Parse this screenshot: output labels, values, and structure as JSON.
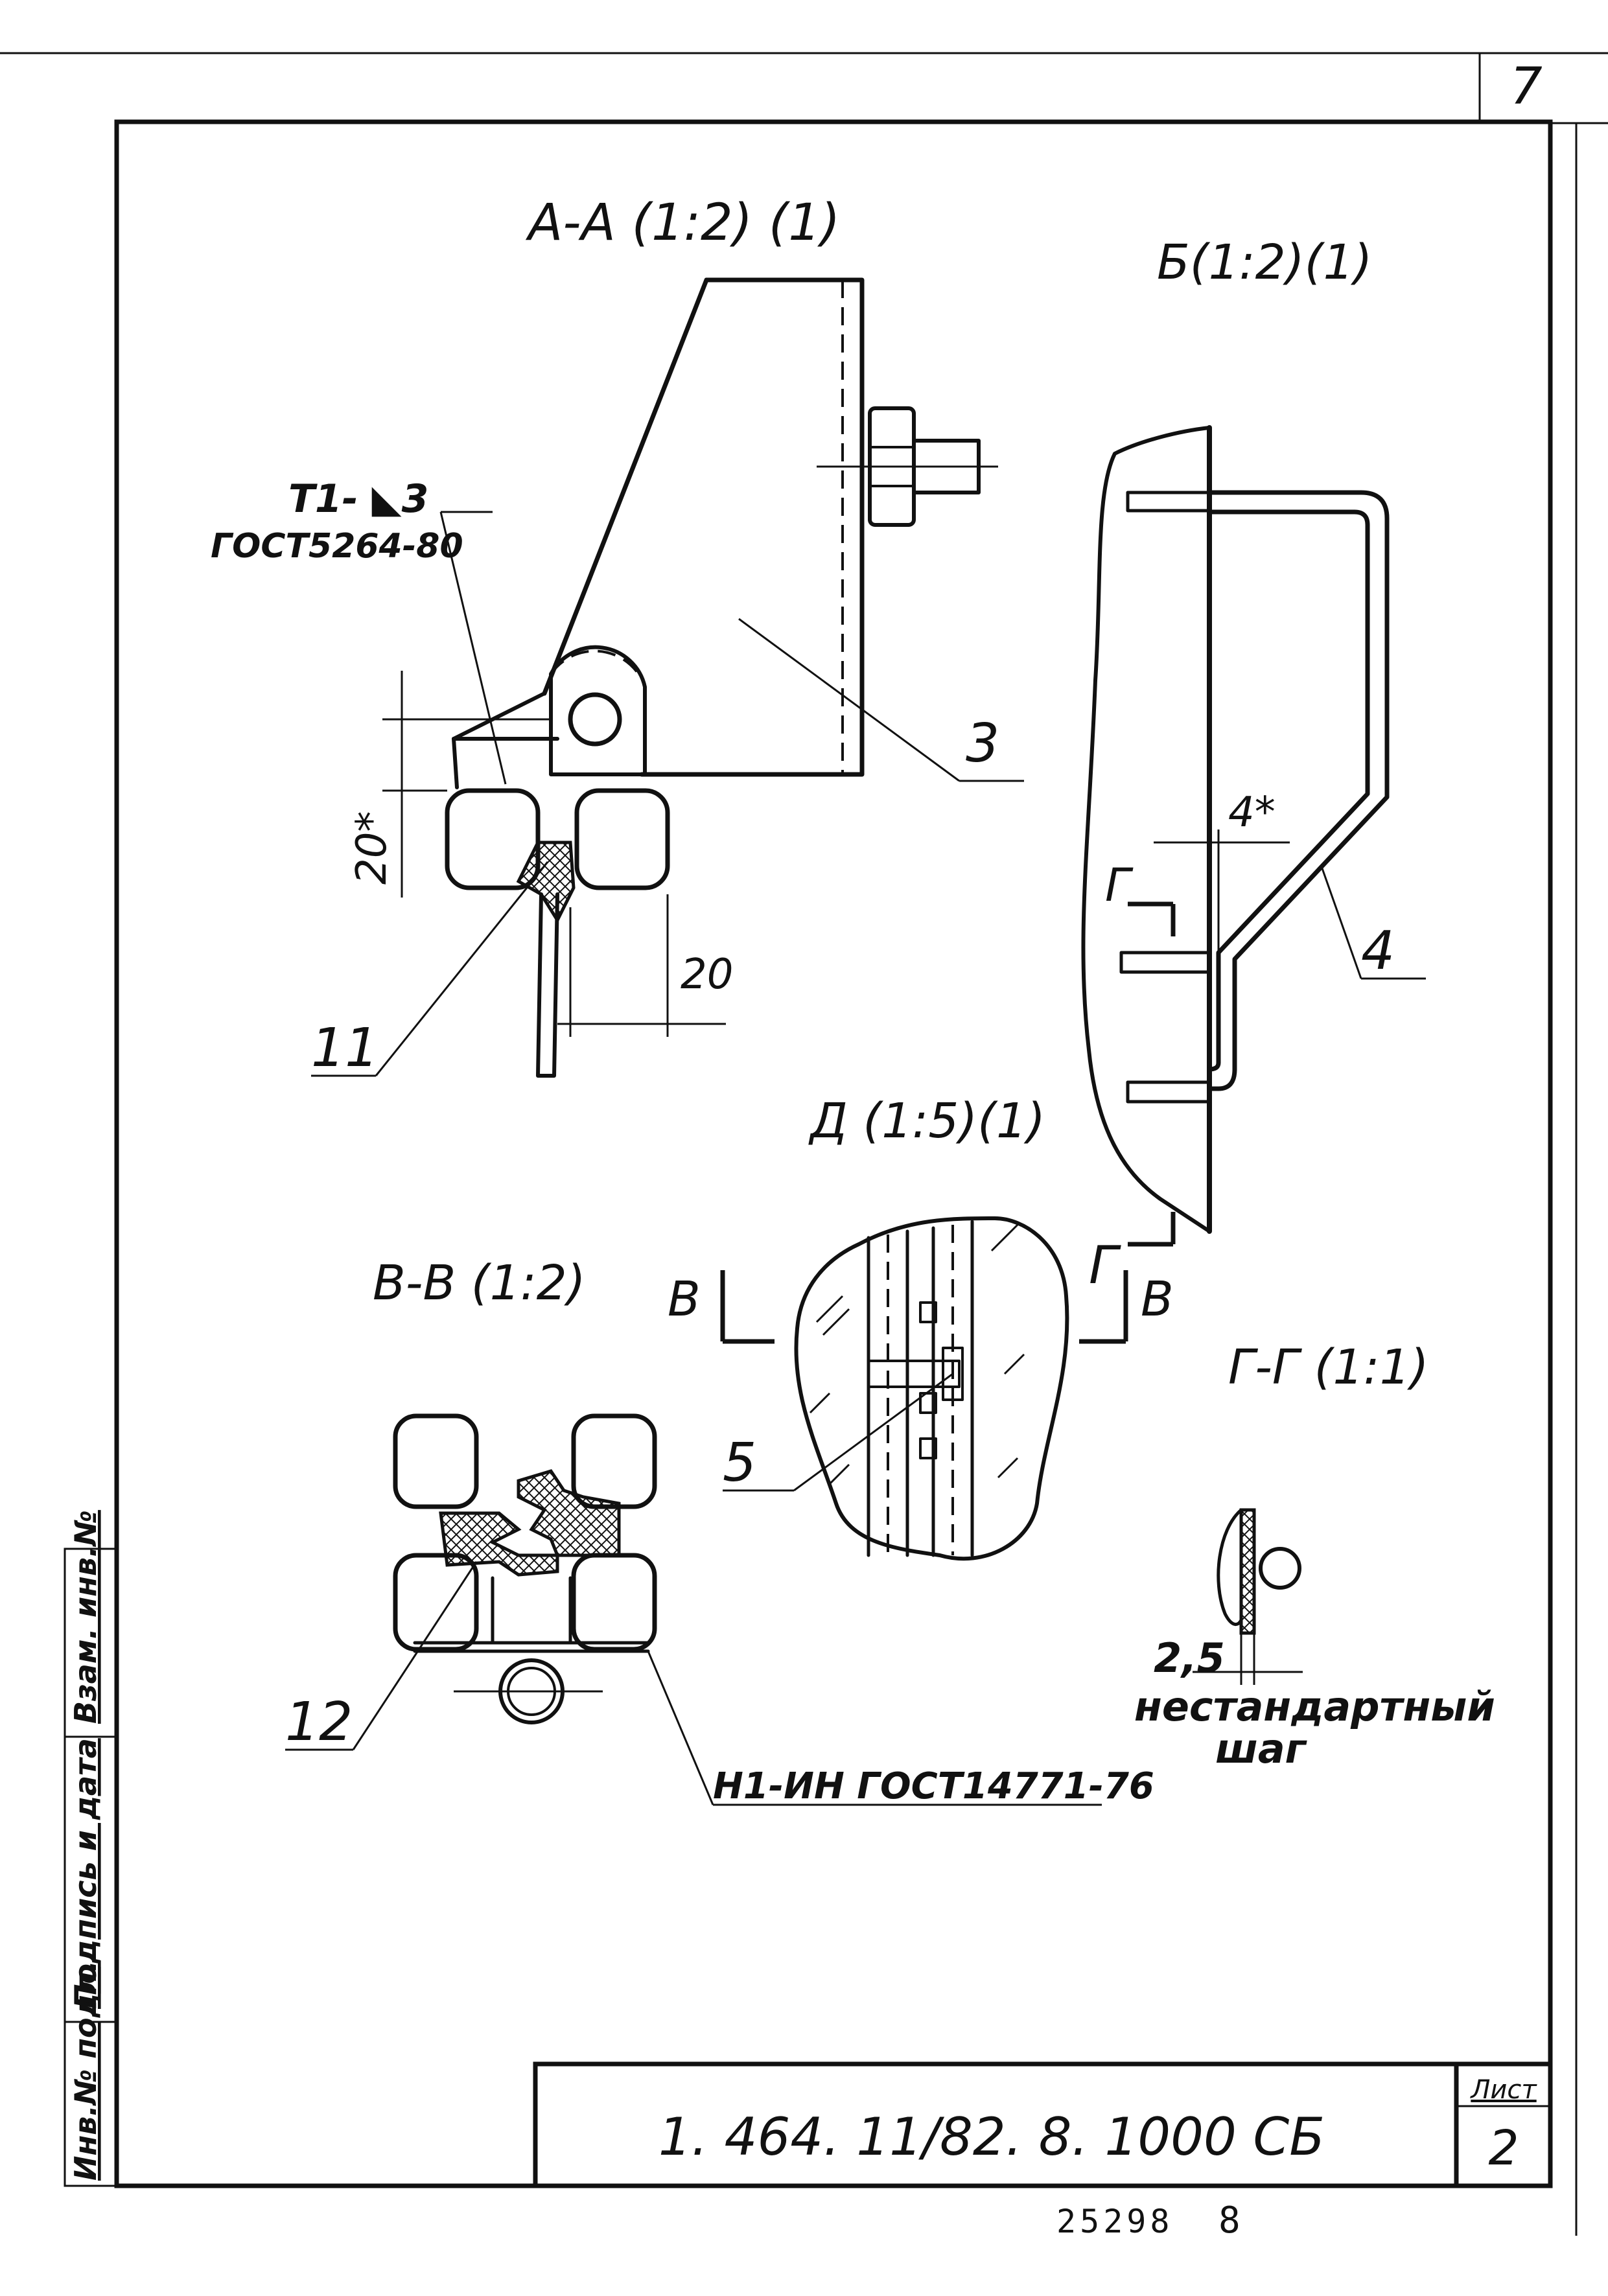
{
  "sheet": {
    "page_number": "7",
    "designation": "1. 464. 11/82. 8. 1000 СБ",
    "sheet_label": "Лист",
    "sheet_number": "2",
    "archive_number": "25298",
    "archive_suffix": "8"
  },
  "side_stamp": {
    "inv_podl": "Инв.№ подл.",
    "podpis_data": "Подпись и дата",
    "vzam_inv": "Взам. инв.№"
  },
  "views": {
    "aa": {
      "title": "А-А (1:2) (1)",
      "weld_symbol": "Т1- ◣3",
      "weld_standard": "ГОСТ5264-80",
      "dim_height": "20*",
      "dim_width": "20",
      "callout_3": "3",
      "callout_11": "11"
    },
    "b": {
      "title": "Б(1:2)(1)",
      "dim_gap": "4*",
      "section_mark_top": "Г",
      "section_mark_bottom": "Г",
      "callout_4": "4"
    },
    "d": {
      "title": "Д (1:5)(1)",
      "cut_left": "В",
      "cut_right": "В",
      "callout_5": "5"
    },
    "vv": {
      "title": "В-В (1:2)",
      "callout_12": "12",
      "note": "Н1-ИН ГОСТ14771-76"
    },
    "gg": {
      "title": "Г-Г (1:1)",
      "dim": "2,5",
      "note_line1": "нестандартный",
      "note_line2": "шаг"
    }
  }
}
